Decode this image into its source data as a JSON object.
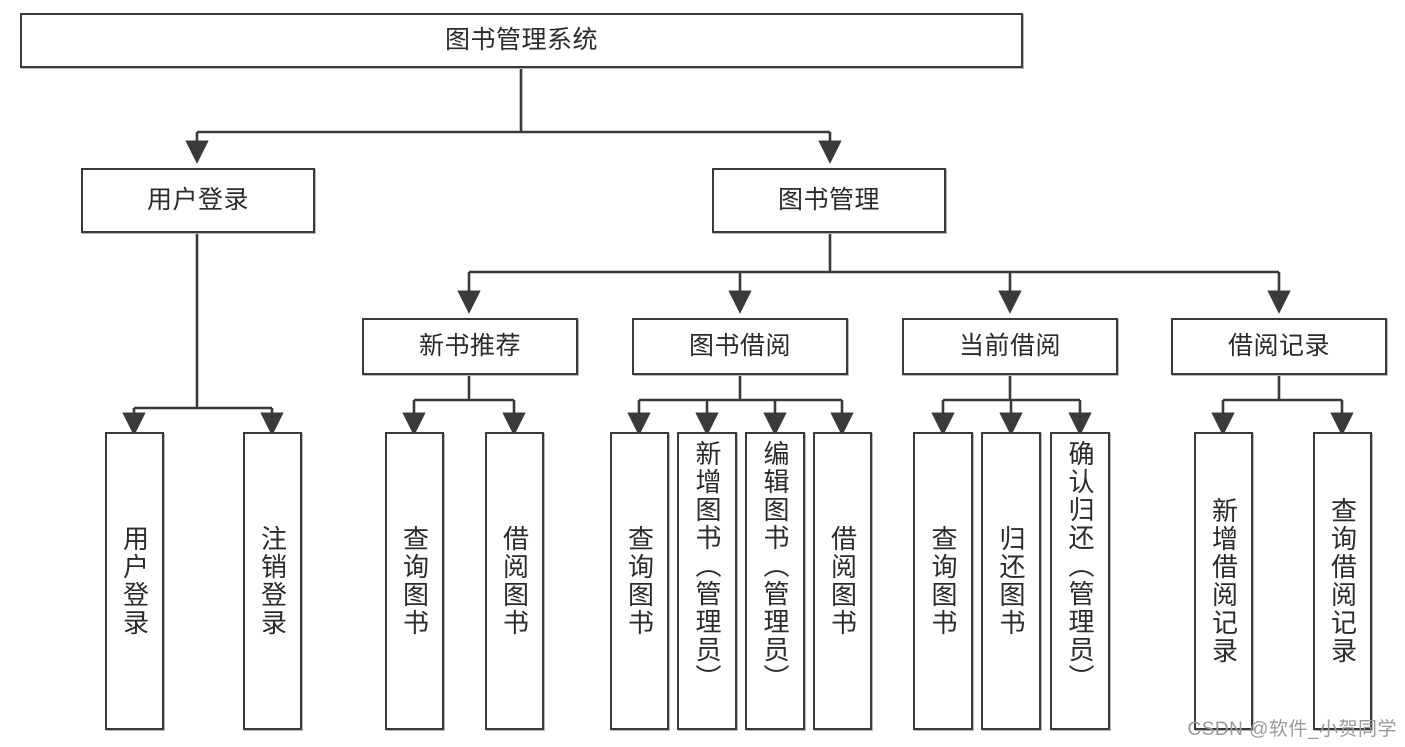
{
  "diagram": {
    "title": "图书管理系统",
    "root": {
      "label": "图书管理系统"
    },
    "level2": [
      {
        "label": "用户登录"
      },
      {
        "label": "图书管理"
      }
    ],
    "level3": [
      {
        "label": "新书推荐"
      },
      {
        "label": "图书借阅"
      },
      {
        "label": "当前借阅"
      },
      {
        "label": "借阅记录"
      }
    ],
    "leaves": {
      "user_login": [
        {
          "label": "用户登录"
        },
        {
          "label": "注销登录"
        }
      ],
      "new_book": [
        {
          "label": "查询图书"
        },
        {
          "label": "借阅图书"
        }
      ],
      "borrow_book": [
        {
          "label": "查询图书"
        },
        {
          "label": "新增图书（管理员）"
        },
        {
          "label": "编辑图书（管理员）"
        },
        {
          "label": "借阅图书"
        }
      ],
      "current_borrow": [
        {
          "label": "查询图书"
        },
        {
          "label": "归还图书"
        },
        {
          "label": "确认归还（管理员）"
        }
      ],
      "borrow_record": [
        {
          "label": "新增借阅记录"
        },
        {
          "label": "查询借阅记录"
        }
      ]
    }
  },
  "watermark": {
    "text": "CSDN @软件_小贺同学"
  },
  "colors": {
    "border": "#3a3a3a",
    "text": "#2b2b2b",
    "background": "#ffffff",
    "watermark": "#9a9a9a"
  }
}
